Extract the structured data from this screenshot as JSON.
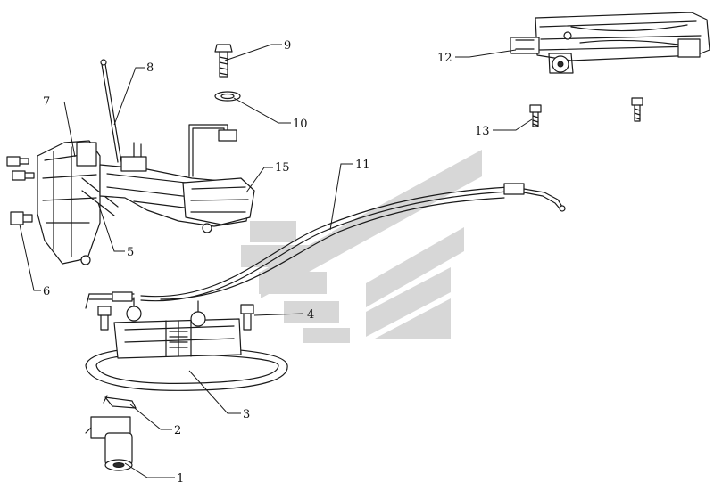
{
  "callouts": {
    "c1": "1",
    "c2": "2",
    "c3": "3",
    "c4": "4",
    "c5": "5",
    "c6": "6",
    "c7": "7",
    "c8": "8",
    "c9": "9",
    "c10": "10",
    "c11": "11",
    "c12": "12",
    "c13": "13",
    "c15": "15"
  }
}
